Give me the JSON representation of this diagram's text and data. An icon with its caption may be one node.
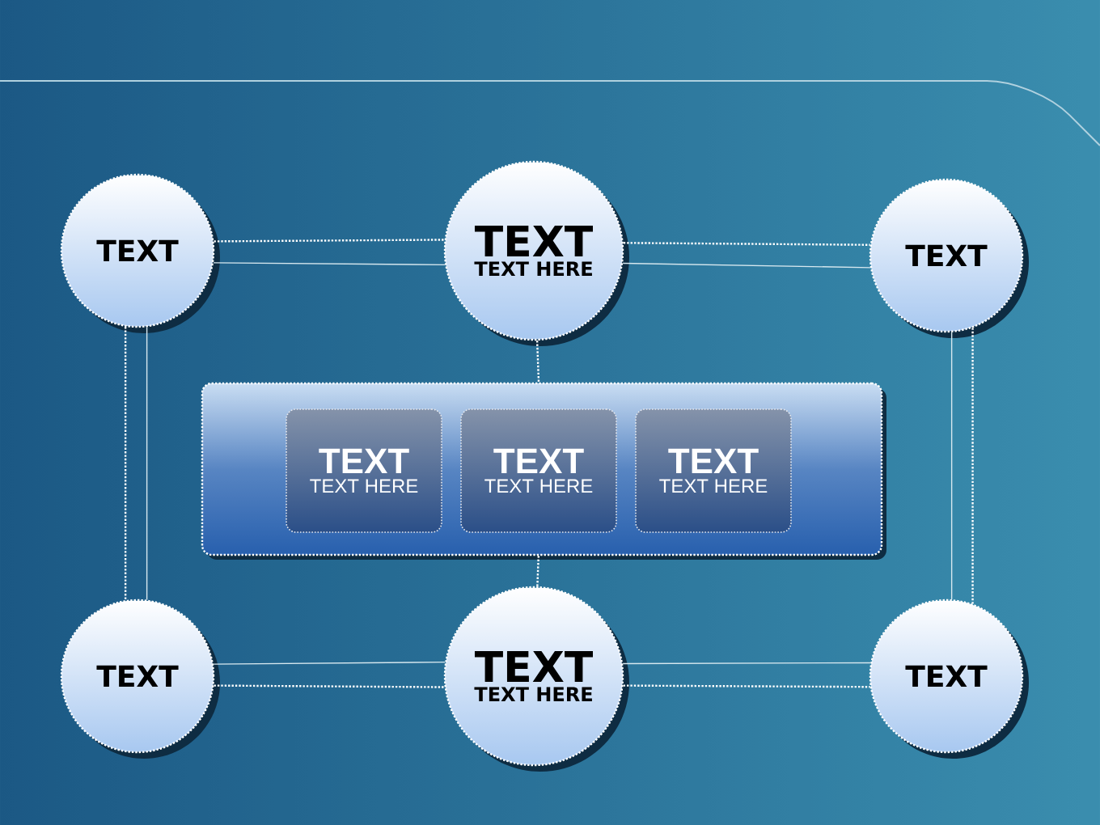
{
  "diagram": {
    "nodes": [
      {
        "text": [
          "TEXT"
        ]
      },
      {
        "text": [
          "TEXT",
          "TEXT HERE"
        ]
      },
      {
        "text": [
          "TEXT"
        ]
      },
      {
        "text": [],
        "shape": "box"
      },
      {
        "text": [
          "TEXT",
          "TEXT HERE"
        ],
        "in": 3
      },
      {
        "text": [
          "TEXT",
          "TEXT HERE"
        ],
        "in": 3
      },
      {
        "text": [
          "TEXT",
          "TEXT HERE"
        ],
        "in": 3
      },
      {
        "text": [
          "TEXT"
        ]
      },
      {
        "text": [
          "TEXT",
          "TEXT HERE"
        ]
      },
      {
        "text": [
          "TEXT"
        ]
      }
    ],
    "edges": [
      {
        "from": 0,
        "to": 1,
        "arrow": "none",
        "style": "dashed"
      },
      {
        "from": 1,
        "to": 2,
        "arrow": "none",
        "style": "dashed"
      },
      {
        "from": 0,
        "to": 7,
        "arrow": "none",
        "style": "dashed"
      },
      {
        "from": 2,
        "to": 9,
        "arrow": "none",
        "style": "dashed"
      },
      {
        "from": 1,
        "to": 3,
        "arrow": "none",
        "style": "dashed"
      },
      {
        "from": 3,
        "to": 8,
        "arrow": "none",
        "style": "dashed"
      },
      {
        "from": 7,
        "to": 8,
        "arrow": "none",
        "style": "dashed"
      },
      {
        "from": 8,
        "to": 9,
        "arrow": "none",
        "style": "dashed"
      },
      {
        "from": 0,
        "to": 1,
        "arrow": "none"
      },
      {
        "from": 1,
        "to": 2,
        "arrow": "none"
      },
      {
        "from": 0,
        "to": 7,
        "arrow": "none"
      },
      {
        "from": 2,
        "to": 9,
        "arrow": "none"
      },
      {
        "from": 7,
        "to": 8,
        "arrow": "none"
      },
      {
        "from": 8,
        "to": 9,
        "arrow": "none"
      }
    ]
  }
}
